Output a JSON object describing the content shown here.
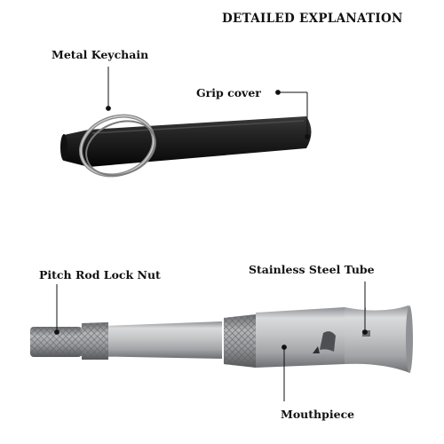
{
  "title": "DETAILED EXPLANATION",
  "callouts": {
    "metal_keychain": "Metal Keychain",
    "grip_cover": "Grip cover",
    "pitch_rod_lock_nut": "Pitch Rod Lock Nut",
    "stainless_steel_tube": "Stainless Steel Tube",
    "mouthpiece": "Mouthpiece"
  },
  "colors": {
    "text": "#111111",
    "leader_line": "#111111",
    "grip_cover": "#1c1c1c",
    "steel": "#b9babc",
    "keyring": "#9a9a9a"
  }
}
